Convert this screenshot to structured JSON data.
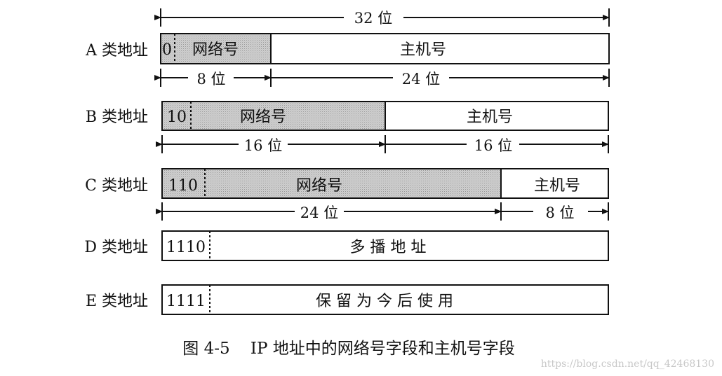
{
  "total_width_label": "32 位",
  "rows": [
    {
      "label": "A 类地址",
      "prefix": "0",
      "network": "网络号",
      "host": "主机号",
      "network_width": "8 位",
      "host_width": "24 位"
    },
    {
      "label": "B 类地址",
      "prefix": "10",
      "network": "网络号",
      "host": "主机号",
      "network_width": "16 位",
      "host_width": "16 位"
    },
    {
      "label": "C 类地址",
      "prefix": "110",
      "network": "网络号",
      "host": "主机号",
      "network_width": "24 位",
      "host_width": "8 位"
    },
    {
      "label": "D 类地址",
      "prefix": "1110",
      "content": "多 播 地 址"
    },
    {
      "label": "E 类地址",
      "prefix": "1111",
      "content": "保 留 为 今 后 使 用"
    }
  ],
  "caption": "图 4-5    IP 地址中的网络号字段和主机号字段",
  "watermark": "https://blog.csdn.net/qq_42468130",
  "colors": {
    "network_fill": "#c9c9c9",
    "host_fill": "#ffffff",
    "line": "#111111"
  }
}
